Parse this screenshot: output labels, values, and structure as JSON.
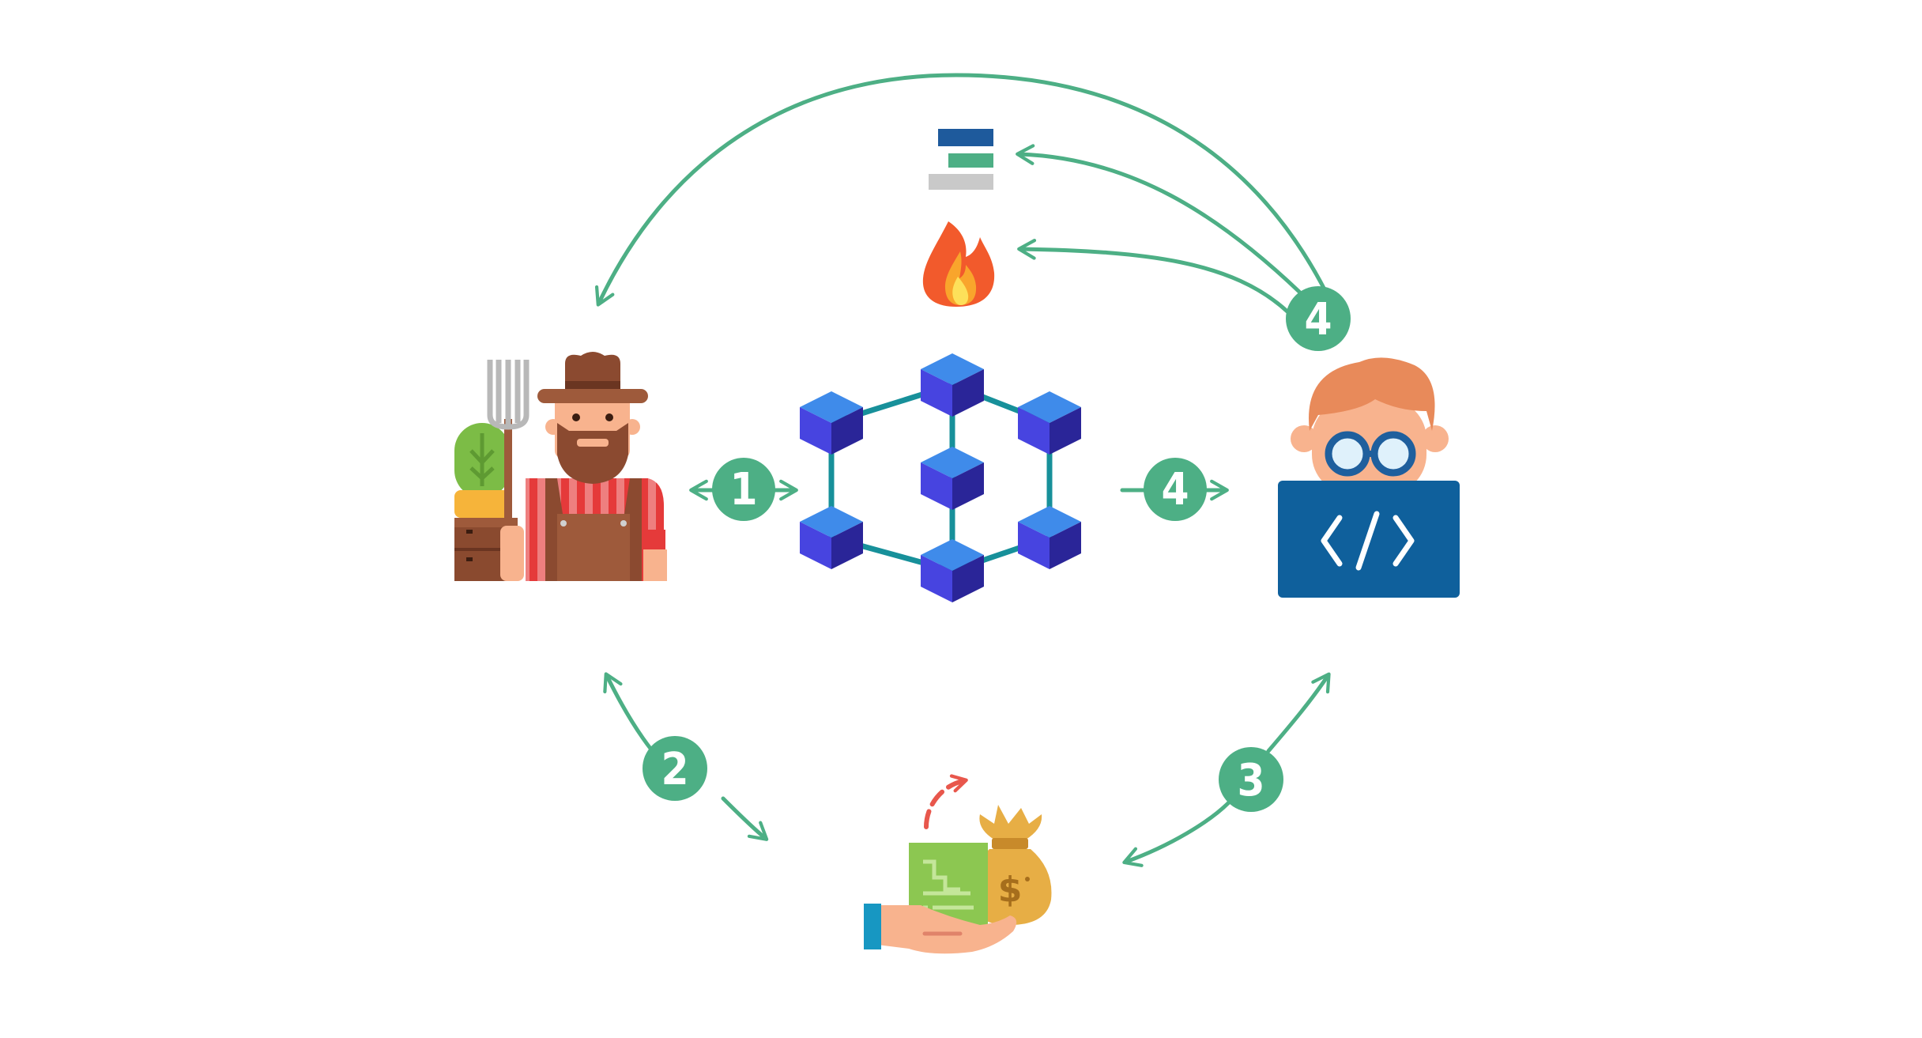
{
  "colors": {
    "flow": "#4daf85",
    "badge": "#4daf85",
    "badge_text": "#ffffff",
    "cube_top": "#3f8bea",
    "cube_left": "#4744e0",
    "cube_right": "#2a2598",
    "hex_link": "#17909a",
    "laptop": "#0f609c",
    "hair": "#e88a5a",
    "skin": "#f8b38e",
    "glasses": "#1f5f9d",
    "doc": "#8cc751",
    "bag": "#e7ae45",
    "arrow_red": "#e8574c"
  },
  "icons": {
    "farmer": "farmer-icon",
    "blockchain": "blockchain-network-icon",
    "developer": "developer-icon",
    "payment": "payment-exchange-icon",
    "stack": "layered-stack-icon",
    "fire": "firebase-flame-icon"
  },
  "steps": {
    "farmer_chain": "1",
    "farmer_payment": "2",
    "payment_developer": "3",
    "chain_developer": "4",
    "developer_services": "4"
  }
}
